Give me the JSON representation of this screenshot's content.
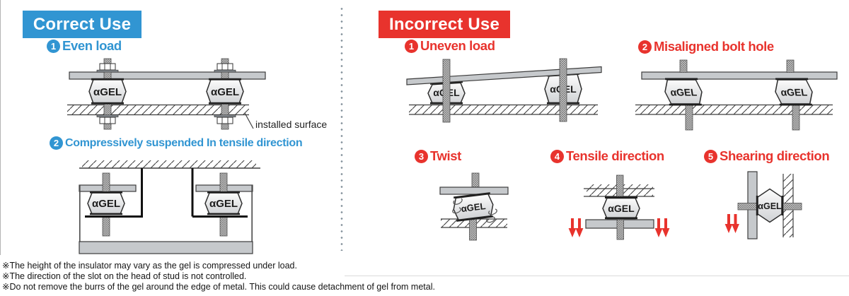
{
  "correct": {
    "header": "Correct Use",
    "items": [
      {
        "number": "1",
        "label": "Even load"
      },
      {
        "number": "2",
        "label": "Compressively suspended In tensile direction"
      }
    ],
    "installed_surface": "installed surface"
  },
  "incorrect": {
    "header": "Incorrect Use",
    "items": [
      {
        "number": "1",
        "label": "Uneven load"
      },
      {
        "number": "2",
        "label": "Misaligned bolt hole"
      },
      {
        "number": "3",
        "label": "Twist"
      },
      {
        "number": "4",
        "label": "Tensile direction"
      },
      {
        "number": "5",
        "label": "Shearing direction"
      }
    ]
  },
  "gel_label": "αGEL",
  "footnotes": [
    "※The height of the insulator may vary as the gel is compressed under load.",
    "※The direction of the slot on the head of stud is not controlled.",
    "※Do not remove the burrs of the gel around the edge of metal. This could cause detachment of gel from metal."
  ],
  "colors": {
    "correct_blue": "#3195d2",
    "incorrect_red": "#e8332d",
    "arrow_red": "#e8332d"
  }
}
